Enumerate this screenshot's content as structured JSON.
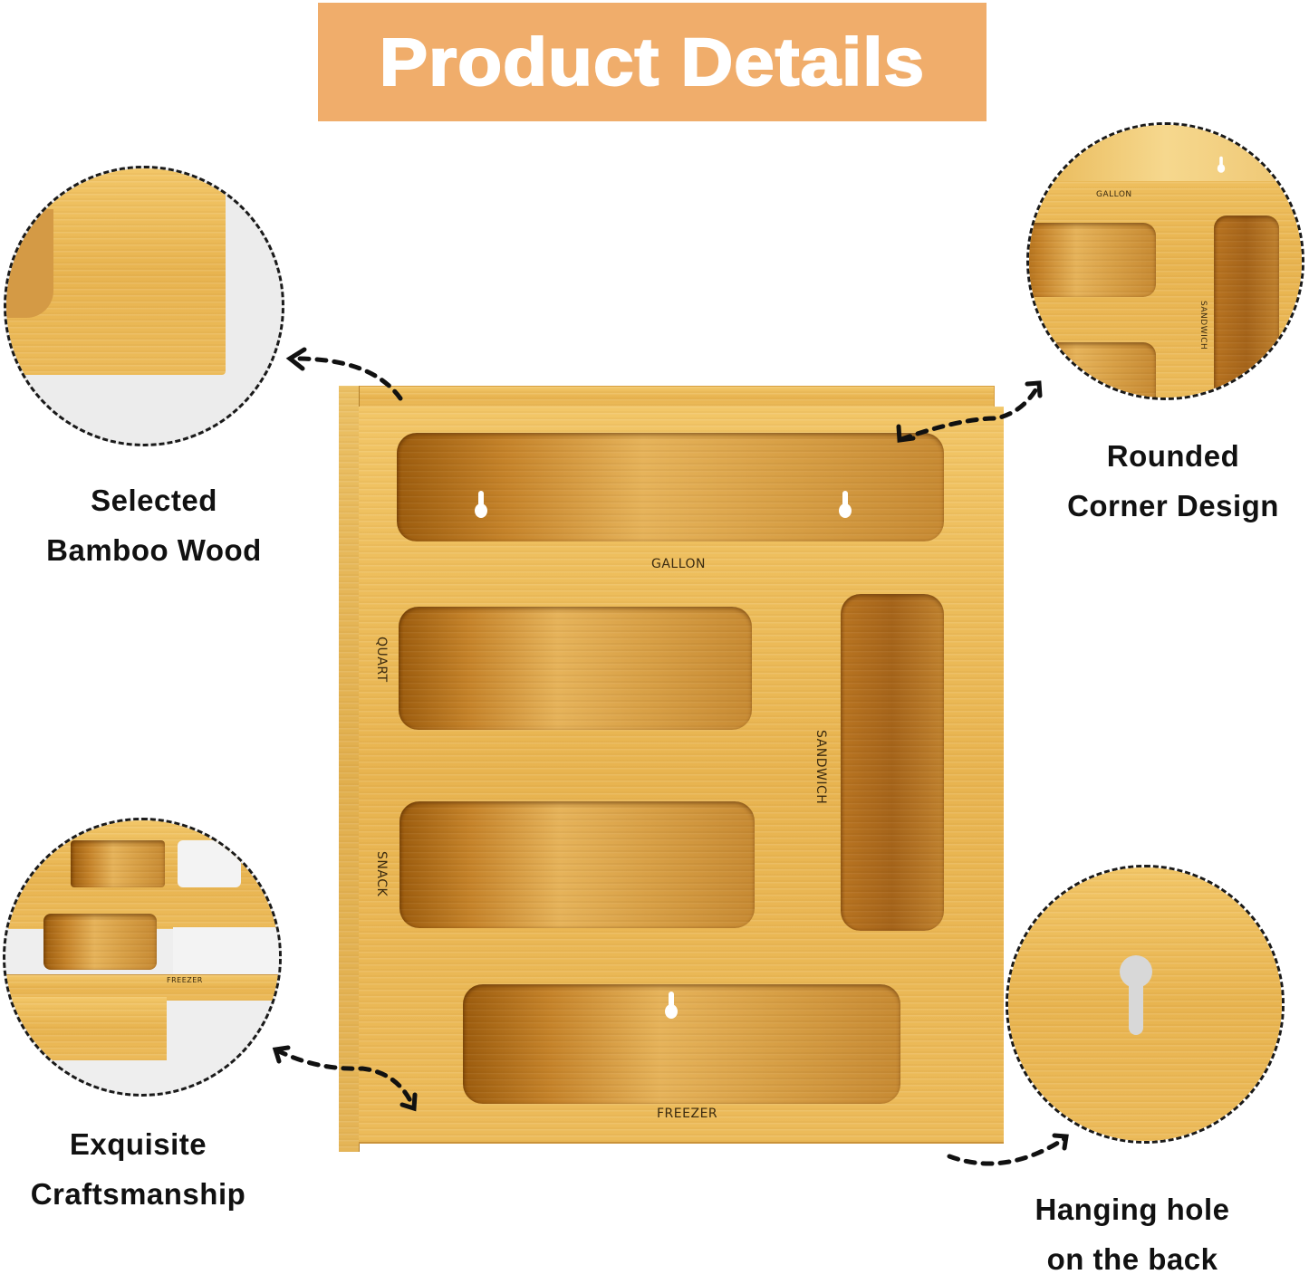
{
  "banner": {
    "title": "Product Details",
    "color": "#f0ad6b"
  },
  "features": [
    {
      "id": "bamboo",
      "line1": "Selected",
      "line2": "Bamboo Wood"
    },
    {
      "id": "rounded",
      "line1": "Rounded",
      "line2": "Corner Design"
    },
    {
      "id": "craft",
      "line1": "Exquisite",
      "line2": "Craftsmanship"
    },
    {
      "id": "hanging",
      "line1": "Hanging hole",
      "line2": "on the back"
    }
  ],
  "product": {
    "slot_labels": {
      "gallon": "GALLON",
      "quart": "QUART",
      "sandwich": "SANDWICH",
      "snack": "SNACK",
      "freezer": "FREEZER"
    }
  },
  "detail_circles": {
    "rounded_labels": {
      "gallon": "GALLON",
      "sandwich": "SANDWICH"
    },
    "craft_label": "FREEZER"
  },
  "colors": {
    "wood": "#e9b552",
    "wood_dark": "#a5641a",
    "text": "#111111"
  }
}
